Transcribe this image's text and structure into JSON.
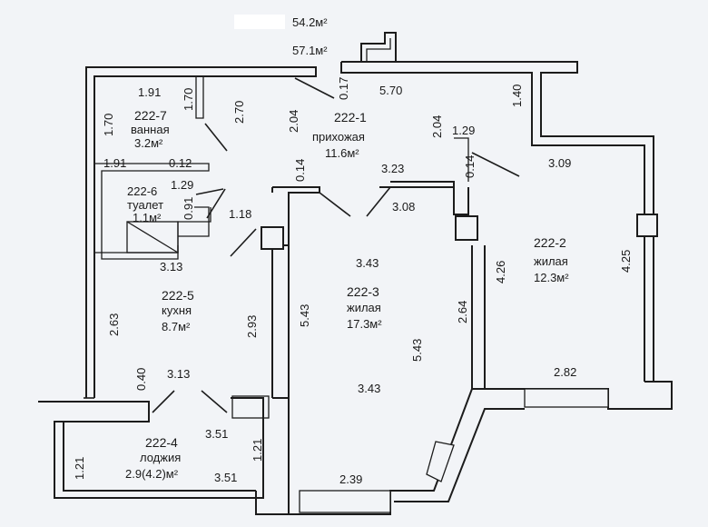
{
  "header": {
    "redacted_label": "",
    "area_living": "54.2м²",
    "area_total": "57.1м²"
  },
  "rooms": [
    {
      "id": "222-1",
      "name": "прихожая",
      "area": "11.6м²"
    },
    {
      "id": "222-2",
      "name": "жилая",
      "area": "12.3м²"
    },
    {
      "id": "222-3",
      "name": "жилая",
      "area": "17.3м²"
    },
    {
      "id": "222-4",
      "name": "лоджия",
      "area": "2.9(4.2)м²"
    },
    {
      "id": "222-5",
      "name": "кухня",
      "area": "8.7м²"
    },
    {
      "id": "222-6",
      "name": "туалет",
      "area": "1.1м²"
    },
    {
      "id": "222-7",
      "name": "ванная",
      "area": "3.2м²"
    }
  ],
  "dimensions": {
    "bath_top": "1.91",
    "bath_side": "1.70",
    "bath_inner": "1.70",
    "bath_mid": "1.91",
    "bath_small": "0.12",
    "hall_v1": "2.70",
    "hall_v2": "2.04",
    "hall_017": "0.17",
    "hall_top": "5.70",
    "hall_014": "0.14",
    "hall_323": "3.23",
    "hall_308": "3.08",
    "hall_204": "2.04",
    "hall_129b": "1.29",
    "hall_014b": "0.14",
    "toilet_129": "1.29",
    "toilet_091": "0.91",
    "toilet_118": "1.18",
    "r2_140": "1.40",
    "r2_309": "3.09",
    "r2_426": "4.26",
    "r2_425": "4.25",
    "r2_282": "2.82",
    "r3_343a": "3.43",
    "r3_543a": "5.43",
    "r3_264": "2.64",
    "r3_543b": "5.43",
    "r3_343b": "3.43",
    "r3_239": "2.39",
    "k_313a": "3.13",
    "k_263": "2.63",
    "k_293": "2.93",
    "k_040": "0.40",
    "k_313b": "3.13",
    "l_351a": "3.51",
    "l_121a": "1.21",
    "l_121b": "1.21",
    "l_351b": "3.51"
  },
  "colors": {
    "background": "#f2f4f7",
    "line": "#1c1c1c"
  }
}
